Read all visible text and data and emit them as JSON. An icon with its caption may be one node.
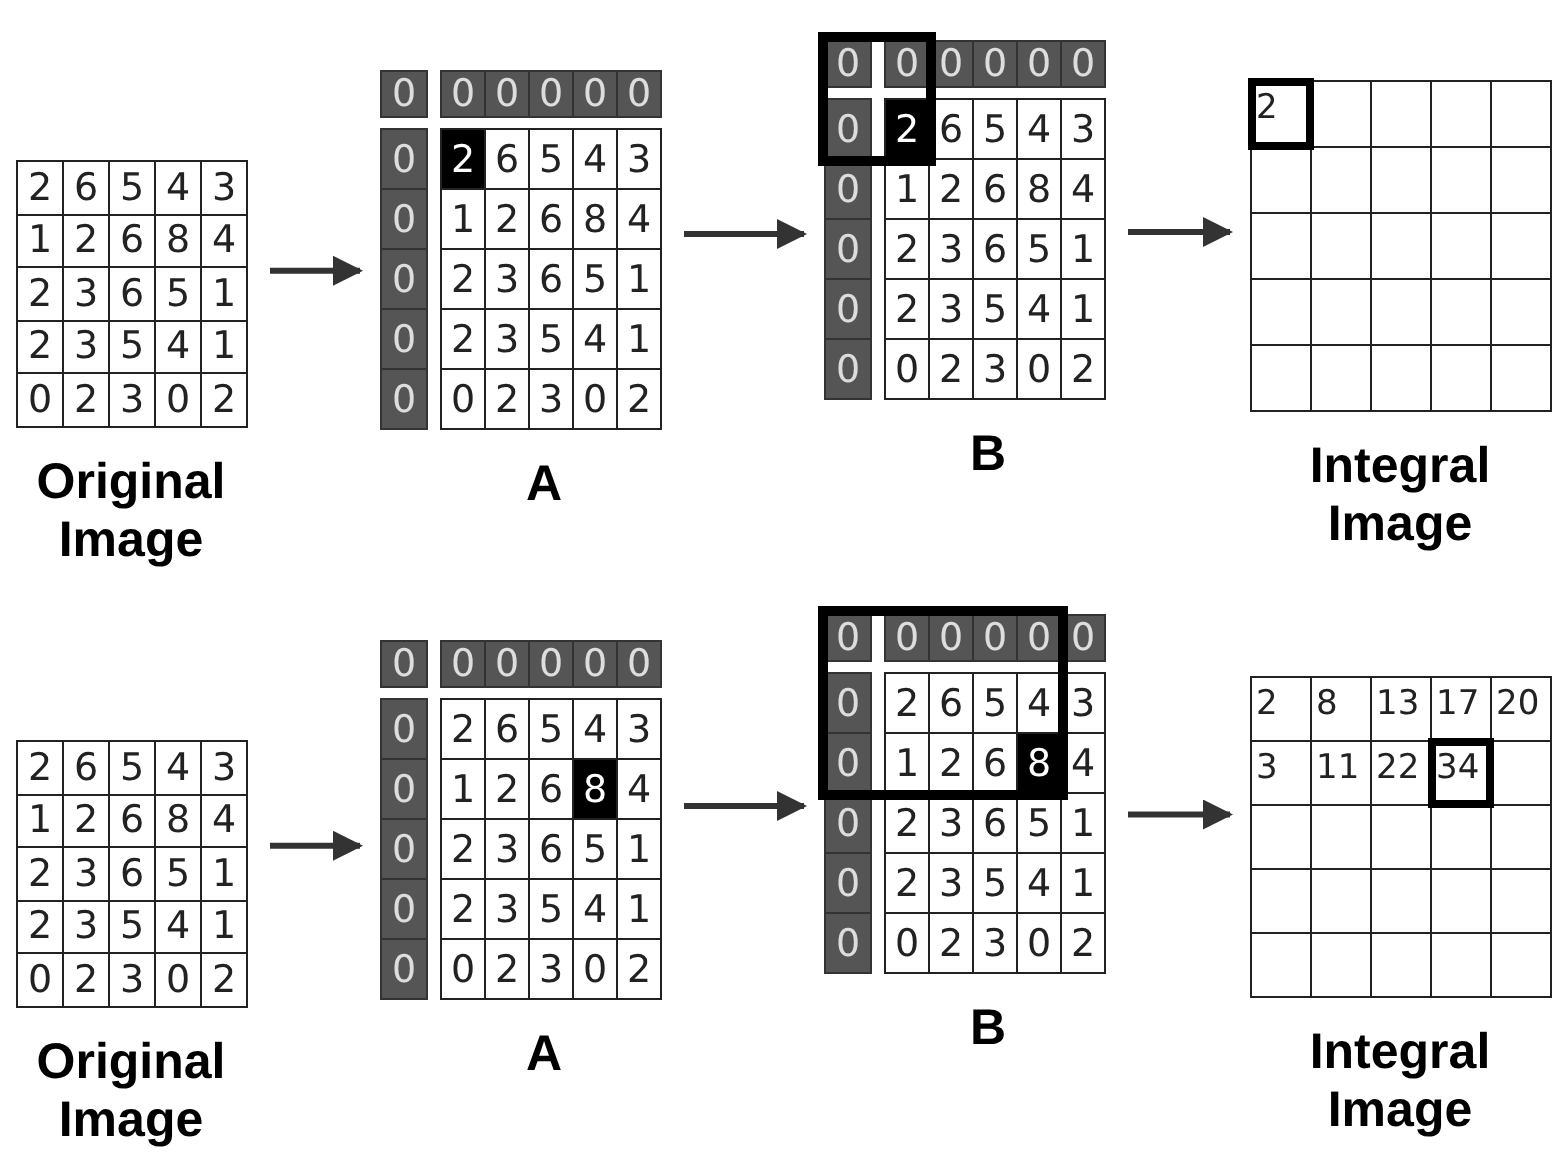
{
  "diagram": {
    "nodes": [
      {
        "text": [
          "2",
          "6",
          "5",
          "4",
          "3",
          "1",
          "2",
          "6",
          "8",
          "4",
          "2",
          "3",
          "6",
          "5",
          "1",
          "2",
          "3",
          "5",
          "4",
          "1",
          "0",
          "2",
          "3",
          "0",
          "2",
          "Original Image"
        ]
      },
      {
        "text": [
          "0",
          "0",
          "0",
          "0",
          "0",
          "0",
          "0",
          "2",
          "6",
          "5",
          "4",
          "3",
          "0",
          "1",
          "2",
          "6",
          "8",
          "4",
          "0",
          "2",
          "3",
          "6",
          "5",
          "1",
          "0",
          "2",
          "3",
          "5",
          "4",
          "1",
          "0",
          "0",
          "2",
          "3",
          "0",
          "2",
          "A"
        ]
      },
      {
        "text": [
          "0",
          "0",
          "0",
          "0",
          "0",
          "0",
          "0",
          "2",
          "6",
          "5",
          "4",
          "3",
          "0",
          "1",
          "2",
          "6",
          "8",
          "4",
          "0",
          "2",
          "3",
          "6",
          "5",
          "1",
          "0",
          "2",
          "3",
          "5",
          "4",
          "1",
          "0",
          "0",
          "2",
          "3",
          "0",
          "2",
          "B"
        ]
      },
      {
        "text": [
          "2",
          "Integral Image"
        ]
      },
      {
        "text": [
          "2",
          "6",
          "5",
          "4",
          "3",
          "1",
          "2",
          "6",
          "8",
          "4",
          "2",
          "3",
          "6",
          "5",
          "1",
          "2",
          "3",
          "5",
          "4",
          "1",
          "0",
          "2",
          "3",
          "0",
          "2",
          "Original Image"
        ]
      },
      {
        "text": [
          "0",
          "0",
          "0",
          "0",
          "0",
          "0",
          "0",
          "2",
          "6",
          "5",
          "4",
          "3",
          "0",
          "1",
          "2",
          "6",
          "8",
          "4",
          "0",
          "2",
          "3",
          "6",
          "5",
          "1",
          "0",
          "2",
          "3",
          "5",
          "4",
          "1",
          "0",
          "0",
          "2",
          "3",
          "0",
          "2",
          "A"
        ]
      },
      {
        "text": [
          "0",
          "0",
          "0",
          "0",
          "0",
          "0",
          "0",
          "2",
          "6",
          "5",
          "4",
          "3",
          "0",
          "1",
          "2",
          "6",
          "8",
          "4",
          "0",
          "2",
          "3",
          "6",
          "5",
          "1",
          "0",
          "2",
          "3",
          "5",
          "4",
          "1",
          "0",
          "0",
          "2",
          "3",
          "0",
          "2",
          "B"
        ]
      },
      {
        "text": [
          "2",
          "8",
          "13",
          "17",
          "20",
          "3",
          "11",
          "22",
          "34",
          "Integral Image"
        ]
      }
    ],
    "edges": [
      {
        "from": 0,
        "to": 1,
        "arrow": "to"
      },
      {
        "from": 1,
        "to": 2,
        "arrow": "to"
      },
      {
        "from": 2,
        "to": 3,
        "arrow": "to"
      },
      {
        "from": 4,
        "to": 5,
        "arrow": "to"
      },
      {
        "from": 5,
        "to": 6,
        "arrow": "to"
      },
      {
        "from": 6,
        "to": 7,
        "arrow": "to"
      }
    ]
  }
}
